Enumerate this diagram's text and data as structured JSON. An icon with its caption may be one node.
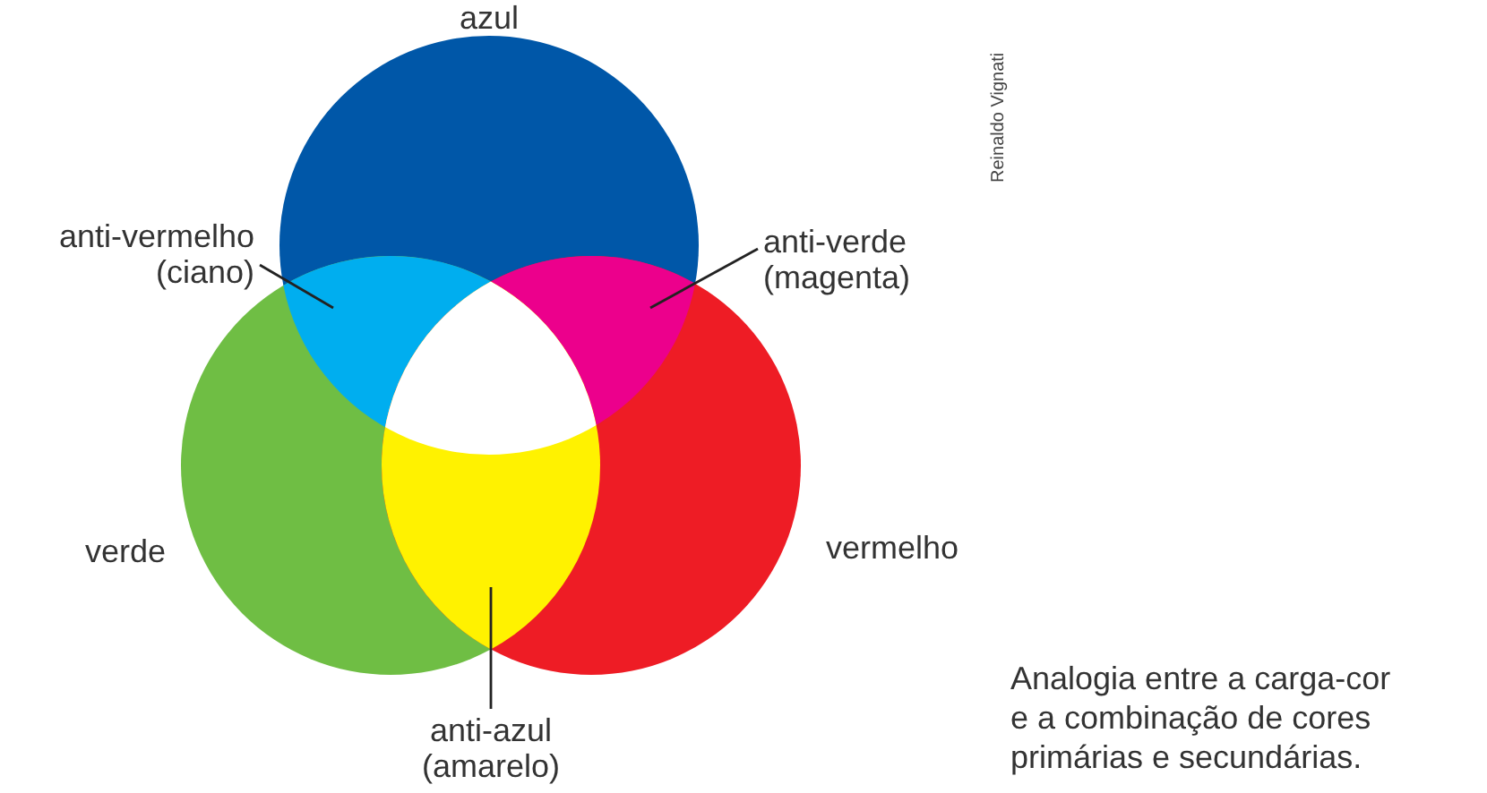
{
  "diagram": {
    "caption": "Analogia entre a carga-cor e a combinação de cores primárias e secundárias.",
    "nodes": [
      {
        "text": [
          "azul"
        ]
      },
      {
        "text": [
          "verde"
        ]
      },
      {
        "text": [
          "vermelho"
        ]
      },
      {
        "text": [
          "anti-vermelho (ciano)"
        ]
      },
      {
        "text": [
          "anti-verde (magenta)"
        ]
      },
      {
        "text": [
          "anti-azul (amarelo)"
        ]
      },
      {
        "text": [],
        "shape": "lens"
      },
      {
        "text": [],
        "shape": "lens"
      },
      {
        "text": [],
        "shape": "lens"
      }
    ],
    "edges": [
      {
        "from": 3,
        "to": 6,
        "arrow": "none"
      },
      {
        "from": 4,
        "to": 7,
        "arrow": "none"
      },
      {
        "from": 5,
        "to": 8,
        "arrow": "none"
      }
    ],
    "labels": [
      "Reinaldo Vignati"
    ]
  }
}
